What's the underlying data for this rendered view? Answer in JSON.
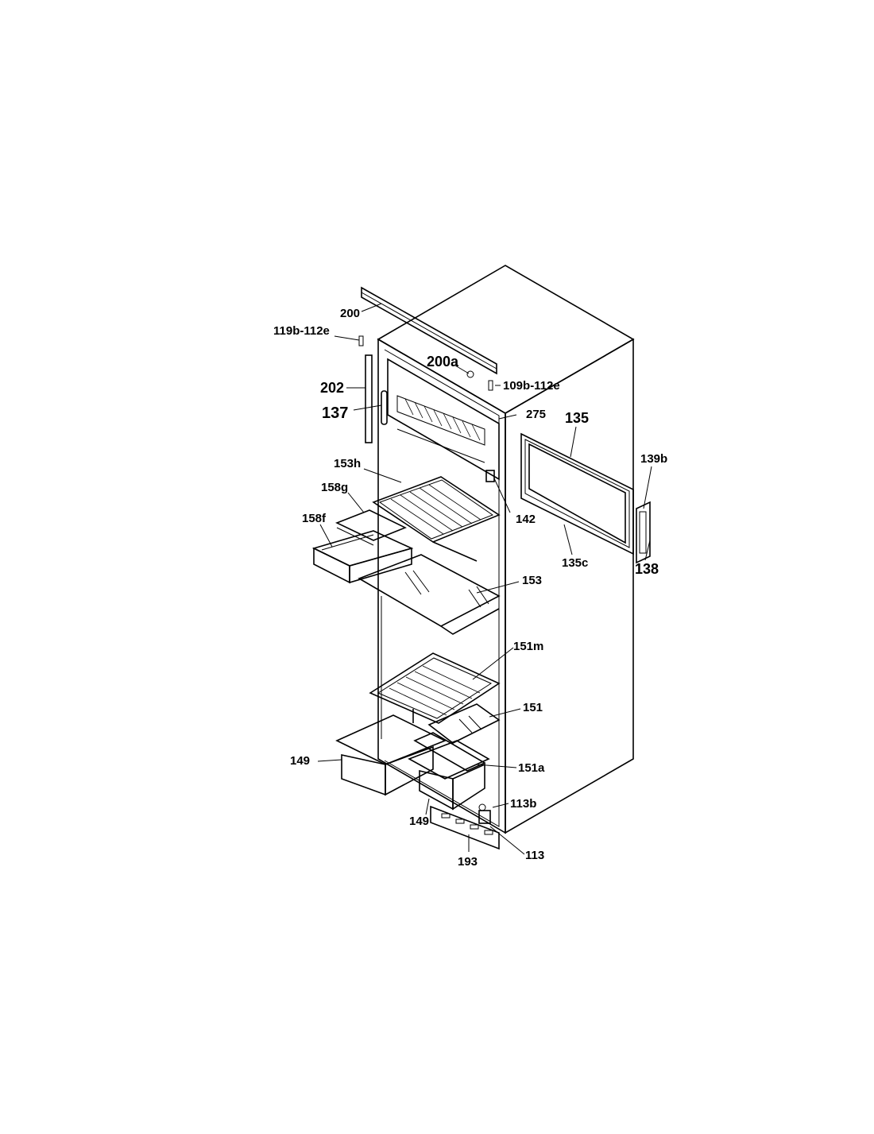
{
  "labels": {
    "l200": "200",
    "l119b_112e": "119b-112e",
    "l200a": "200a",
    "l109b_112e": "109b-112e",
    "l202": "202",
    "l137": "137",
    "l275": "275",
    "l135": "135",
    "l153h": "153h",
    "l139b": "139b",
    "l158g": "158g",
    "l142": "142",
    "l158f": "158f",
    "l135c": "135c",
    "l138": "138",
    "l153": "153",
    "l151m": "151m",
    "l151": "151",
    "l149_left": "149",
    "l151a": "151a",
    "l113b": "113b",
    "l149_bottom": "149",
    "l113": "113",
    "l193": "193"
  }
}
